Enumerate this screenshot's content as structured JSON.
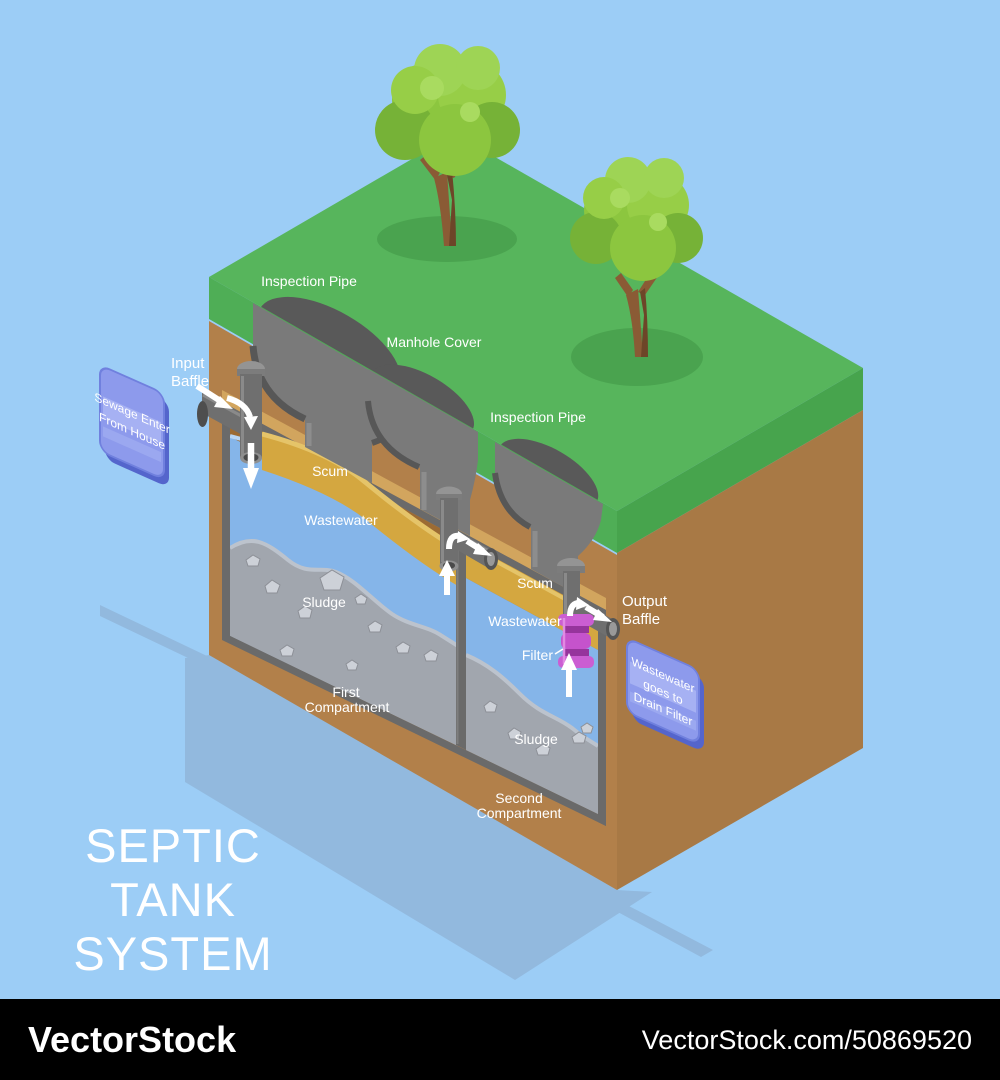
{
  "illustration_title": {
    "line1": "SEPTIC",
    "line2": "TANK",
    "line3": "SYSTEM"
  },
  "diagram_labels": {
    "inspection_pipe_left": "Inspection Pipe",
    "manhole_cover": "Manhole Cover",
    "inspection_pipe_right": "Inspection Pipe",
    "input_baffle_line1": "Input",
    "input_baffle_line2": "Baffle",
    "output_baffle_line1": "Output",
    "output_baffle_line2": "Baffle",
    "scum_first": "Scum",
    "wastewater_first": "Wastewater",
    "sludge_first": "Sludge",
    "first_compartment_line1": "First",
    "first_compartment_line2": "Compartment",
    "scum_second": "Scum",
    "wastewater_second": "Wastewater",
    "filter": "Filter",
    "sludge_second": "Sludge",
    "second_compartment_line1": "Second",
    "second_compartment_line2": "Compartment"
  },
  "signs": {
    "sewage_sign": {
      "line1": "Sewage Enter",
      "line2": "From House"
    },
    "drain_sign": {
      "line1": "Wastewater",
      "line2": "goes to",
      "line3": "Drain Filter"
    }
  },
  "watermarks": {
    "logo": "VectorStock",
    "url": "VectorStock.com/50869520"
  },
  "colors": {
    "background": "#9ccdf6",
    "grass_top": "#57b55c",
    "grass_side": "#47a44d",
    "grass_cut": "#4fae56",
    "soil_side": "#a87945",
    "soil_cut": "#b2804a",
    "headspace_brown": "#9c6b33",
    "scum_gold": "#d4a740",
    "wastewater_blue": "#85b5e9",
    "sludge_gray": "#a1a6ae",
    "tank_frame": "#6a6a6a",
    "dome_gray": "#7a7a7a",
    "filter_purple": "#c553cc",
    "sign_blue": "#8d9aec",
    "shadow_blue": "#92b9de",
    "watermark_bar": "#000000",
    "label_text": "#ffffff"
  }
}
